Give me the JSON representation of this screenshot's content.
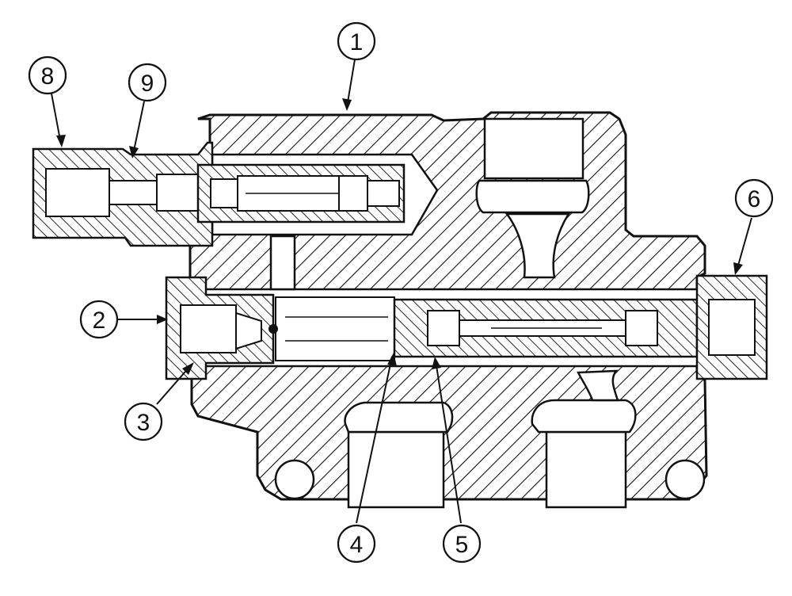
{
  "diagram": {
    "callouts": [
      {
        "id": "c1",
        "label": "1"
      },
      {
        "id": "c2",
        "label": "2"
      },
      {
        "id": "c3",
        "label": "3"
      },
      {
        "id": "c4",
        "label": "4"
      },
      {
        "id": "c5",
        "label": "5"
      },
      {
        "id": "c6",
        "label": "6"
      },
      {
        "id": "c8",
        "label": "8"
      },
      {
        "id": "c9",
        "label": "9"
      }
    ],
    "colors": {
      "line": "#111111",
      "background": "#ffffff"
    }
  }
}
